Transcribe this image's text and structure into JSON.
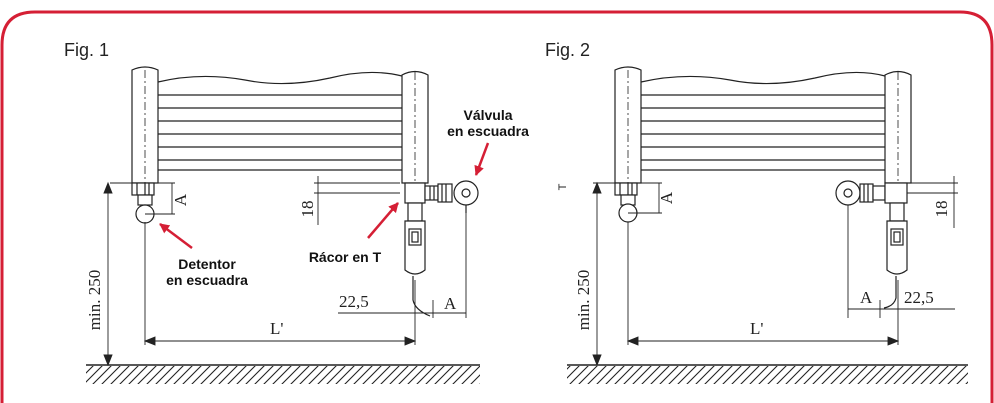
{
  "frame_color": "#d51f35",
  "line_color": "#222222",
  "figures": [
    {
      "title": "Fig. 1",
      "dims": {
        "A": "A",
        "h18": "18",
        "min250": "min. 250",
        "d225": "22,5",
        "A_bottom": "A",
        "L": "L'"
      },
      "labels": {
        "valve_top": "Válvula",
        "valve_bottom": "en escuadra",
        "detentor_top": "Detentor",
        "detentor_bottom": "en escuadra",
        "racor": "Rácor en T"
      }
    },
    {
      "title": "Fig. 2",
      "mark_T": "T",
      "dims": {
        "A": "A",
        "h18": "18",
        "min250": "min. 250",
        "A_bottom": "A",
        "d225": "22,5",
        "L": "L'"
      }
    }
  ]
}
